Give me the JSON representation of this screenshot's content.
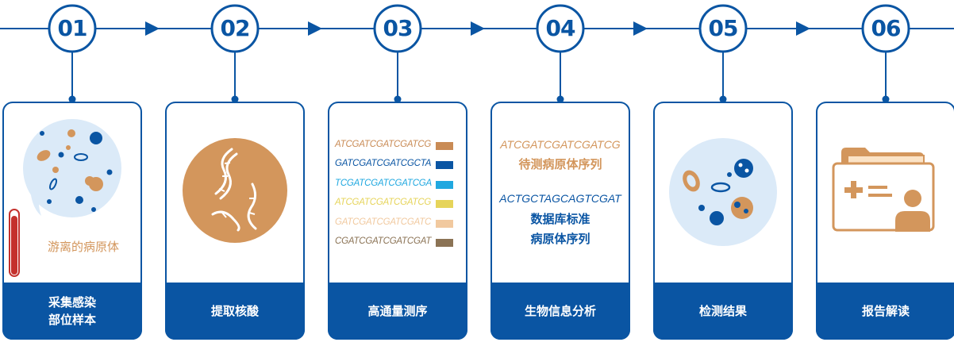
{
  "steps": [
    {
      "number": "01",
      "label_line1": "采集感染",
      "label_line2": "部位样本"
    },
    {
      "number": "02",
      "label_line1": "提取核酸",
      "label_line2": ""
    },
    {
      "number": "03",
      "label_line1": "高通量测序",
      "label_line2": ""
    },
    {
      "number": "04",
      "label_line1": "生物信息分析",
      "label_line2": ""
    },
    {
      "number": "05",
      "label_line1": "检测结果",
      "label_line2": ""
    },
    {
      "number": "06",
      "label_line1": "报告解读",
      "label_line2": ""
    }
  ],
  "card1": {
    "caption": "游离的病原体"
  },
  "card3": {
    "sequences": [
      {
        "text": "ATCGATCGATCGATCG",
        "color": "#c98b55"
      },
      {
        "text": "GATCGATCGATCGCTA",
        "color": "#0a55a3"
      },
      {
        "text": "TCGATCGATCGATCGA",
        "color": "#20a8e0"
      },
      {
        "text": "ATCGATCGATCGATCG",
        "color": "#e6d45a"
      },
      {
        "text": "GATCGATCGATCGATC",
        "color": "#f1c99f"
      },
      {
        "text": "CGATCGATCGATCGAT",
        "color": "#8b7355"
      }
    ]
  },
  "card4": {
    "seq1": "ATCGATCGATCGATCG",
    "seq1_label": "待测病原体序列",
    "seq2": "ACTGCTAGCAGTCGAT",
    "seq2_label_line1": "数据库标准",
    "seq2_label_line2": "病原体序列"
  },
  "colors": {
    "primary": "#0a55a3",
    "accent_orange": "#d3965c",
    "bubble": "#dbeaf8"
  }
}
